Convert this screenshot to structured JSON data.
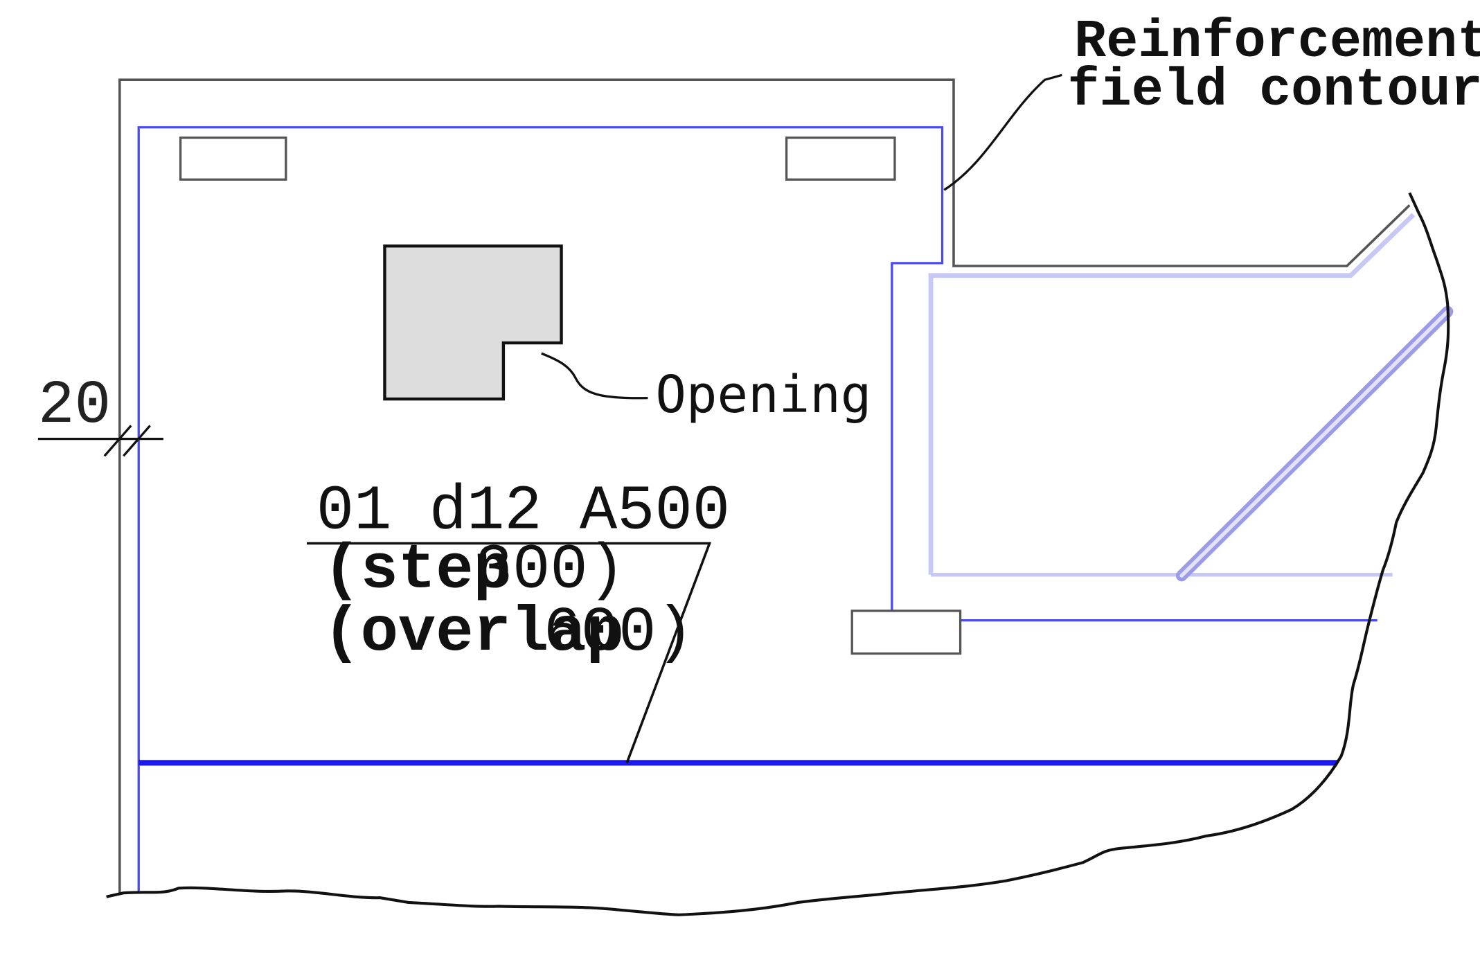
{
  "labels": {
    "field_contour_line1": "Reinforcement",
    "field_contour_line2": "field contour",
    "opening": "Opening",
    "dimension": "20"
  },
  "rebar_spec": {
    "mark_line": "01 d12 A500",
    "step_keyword": "(step",
    "step_value": "300)",
    "overlap_keyword": "(overlap",
    "overlap_value": "600)"
  },
  "colors": {
    "slab_outline": "#555555",
    "reinforcement_contour": "#4a4af0",
    "reinforcement_bar": "#1a1aee",
    "opening_fill": "#dddddd",
    "line_dark": "#111111"
  }
}
